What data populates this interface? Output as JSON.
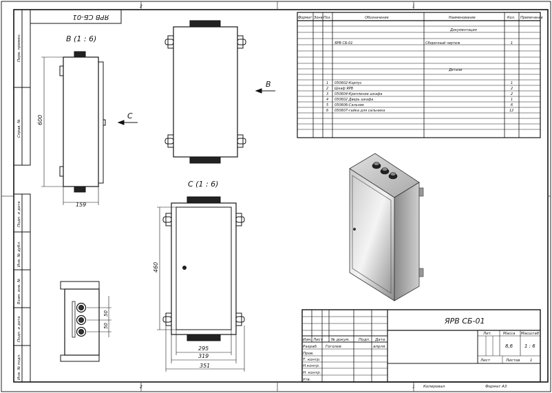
{
  "document": {
    "title": "ЯРВ СБ-01",
    "top_stamp": "ЯРВ СБ-01",
    "sheet_number_left": "2",
    "sheet_number_right": "1",
    "format_label": "Формат А3",
    "copied_label": "Копировал"
  },
  "views": {
    "view_b_label": "B (1 : 6)",
    "view_c_label": "C (1 : 6)",
    "arrow_b": "B",
    "arrow_c": "C",
    "dim_height": "600",
    "dim_width_side": "159",
    "dim_height_front": "460",
    "dim_295": "295",
    "dim_319": "319",
    "dim_351": "351",
    "dim_50a": "50",
    "dim_50b": "50"
  },
  "side_labels": [
    "Перв. примен.",
    "Справ. №",
    "Подп. и дата",
    "Инв. № дубл.",
    "Взам. инв. №",
    "Подп. и дата",
    "Инв. № подл."
  ],
  "spec": {
    "headers": [
      "Формат",
      "Зона",
      "Поз.",
      "Обозначение",
      "Наименование",
      "Кол.",
      "Примечание"
    ],
    "section_docs": "Документация",
    "doc_row": {
      "designation": "ЯРВ СБ-01",
      "name": "Сборочный чертеж",
      "qty": "1"
    },
    "section_parts": "Детали",
    "rows": [
      {
        "pos": "1",
        "designation": "050602-Корпус",
        "qty": "1"
      },
      {
        "pos": "2",
        "designation": "Шкаф ЯРВ",
        "qty": "2"
      },
      {
        "pos": "3",
        "designation": "050604-Крепление шкафа",
        "qty": "2"
      },
      {
        "pos": "4",
        "designation": "050602 Дверь шкафа",
        "qty": "1"
      },
      {
        "pos": "5",
        "designation": "050606-Сальник",
        "qty": "6"
      },
      {
        "pos": "6",
        "designation": "050607-гайка для сальника",
        "qty": "12"
      }
    ]
  },
  "title_block": {
    "designation": "ЯРВ СБ-01",
    "lit_label": "Лит.",
    "mass_label": "Масса",
    "scale_label": "Масштаб",
    "mass_value": "8,6",
    "scale_value": "1 : 6",
    "sheet_label": "Лист",
    "sheets_label": "Листов",
    "sheets_value": "1",
    "col_headers": [
      "Изм.",
      "Лист",
      "№ докум.",
      "Подп.",
      "Дата"
    ],
    "roles": [
      "Разраб.",
      "Пров.",
      "Т. контр.",
      "Н.контр.",
      "Н. контр.",
      "Утв."
    ],
    "developer": "Гоголев",
    "date_value": "апрля"
  }
}
